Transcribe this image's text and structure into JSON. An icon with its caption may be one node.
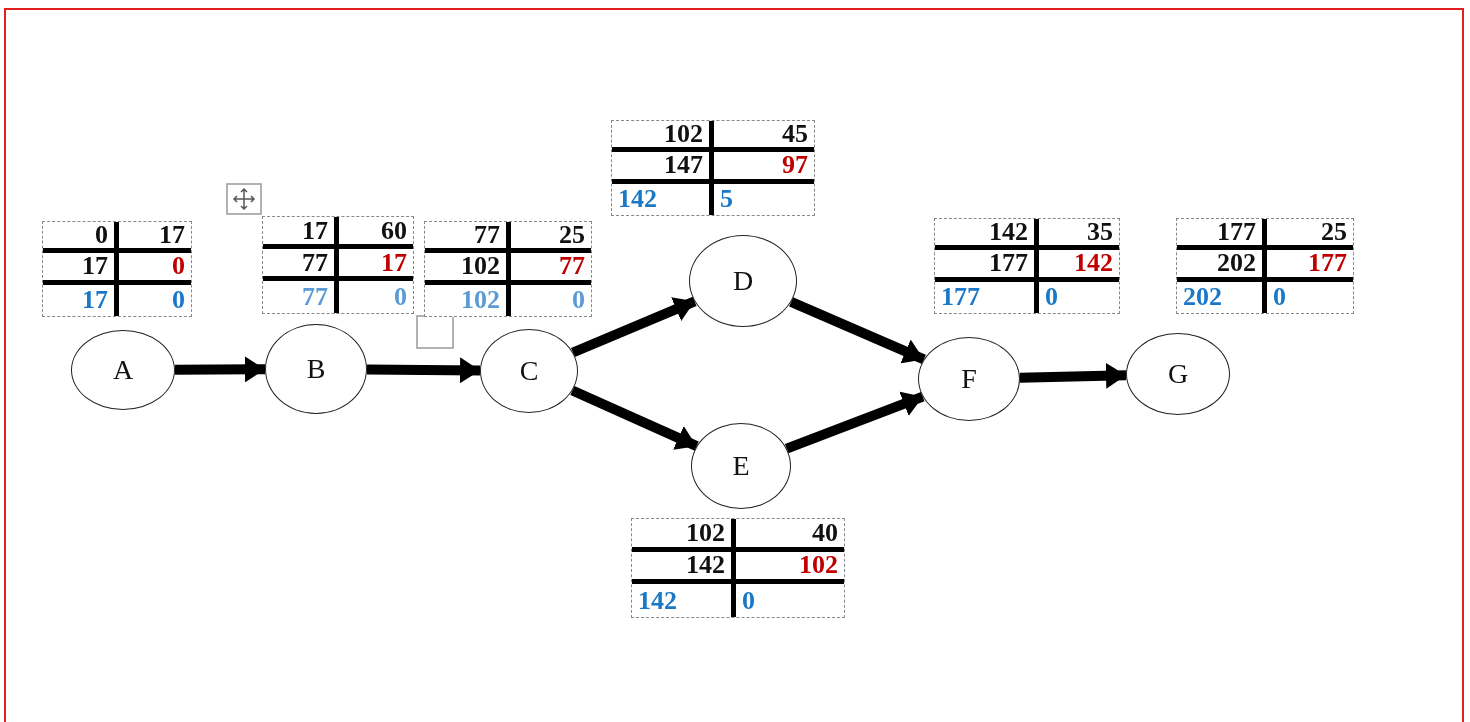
{
  "diagram": {
    "nodes": [
      {
        "text": [
          "0",
          "17",
          "17",
          "0",
          "17",
          "0"
        ]
      },
      {
        "text": [
          "A"
        ]
      },
      {
        "text": [
          "17",
          "60",
          "77",
          "17",
          "77",
          "0"
        ]
      },
      {
        "text": [
          "B"
        ]
      },
      {
        "text": [
          "77",
          "25",
          "102",
          "77",
          "102",
          "0"
        ]
      },
      {
        "text": [
          "C"
        ]
      },
      {
        "text": [
          "102",
          "45",
          "147",
          "97",
          "142",
          "5"
        ]
      },
      {
        "text": [
          "D"
        ]
      },
      {
        "text": [
          "E"
        ]
      },
      {
        "text": [
          "102",
          "40",
          "142",
          "102",
          "142",
          "0"
        ]
      },
      {
        "text": [
          "142",
          "35",
          "177",
          "142",
          "177",
          "0"
        ]
      },
      {
        "text": [
          "F"
        ]
      },
      {
        "text": [
          "177",
          "25",
          "202",
          "177",
          "202",
          "0"
        ]
      },
      {
        "text": [
          "G"
        ]
      }
    ],
    "edges": [
      {
        "from": 1,
        "to": 3,
        "arrow": "to"
      },
      {
        "from": 3,
        "to": 5,
        "arrow": "to"
      },
      {
        "from": 5,
        "to": 7,
        "arrow": "to"
      },
      {
        "from": 5,
        "to": 8,
        "arrow": "to"
      },
      {
        "from": 7,
        "to": 11,
        "arrow": "to"
      },
      {
        "from": 8,
        "to": 11,
        "arrow": "to"
      },
      {
        "from": 11,
        "to": 13,
        "arrow": "to"
      }
    ]
  }
}
